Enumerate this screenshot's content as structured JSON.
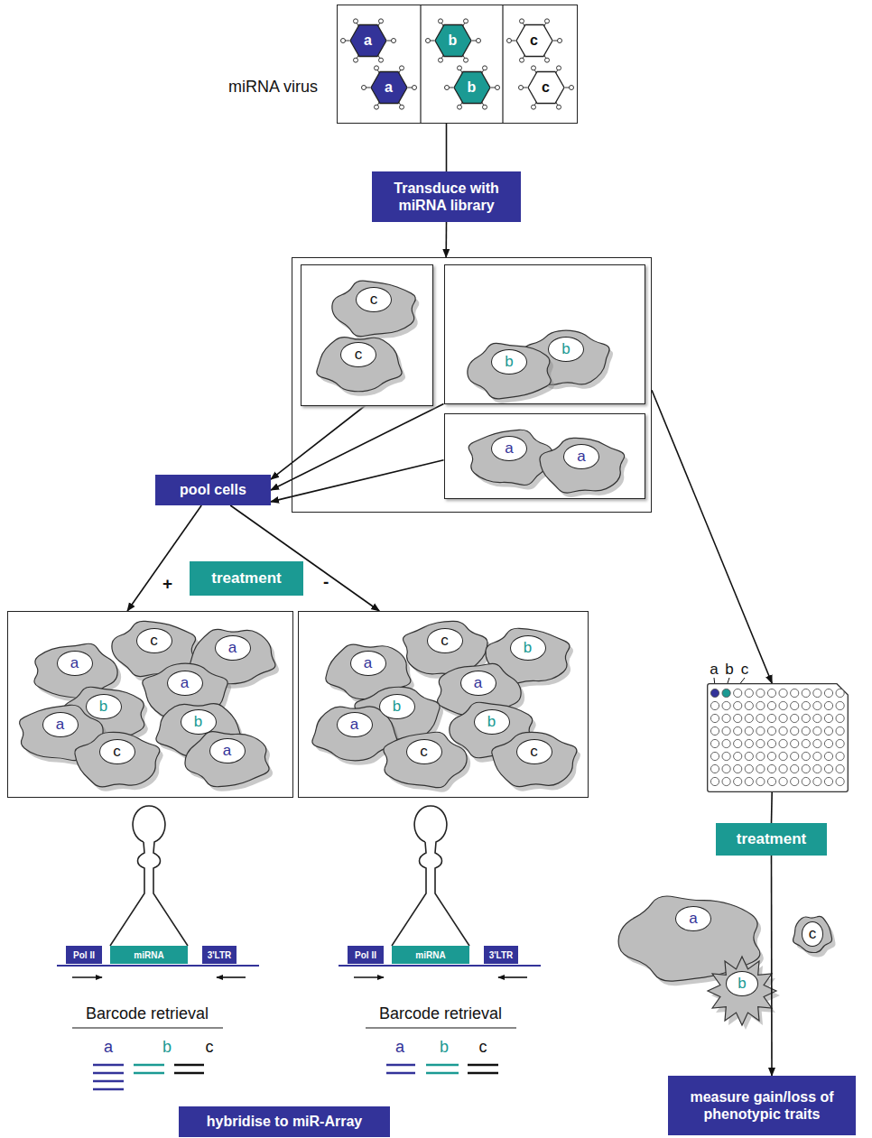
{
  "diagram": {
    "nodes": [
      {
        "text": [
          "miRNA virus"
        ]
      },
      {
        "text": [
          "a"
        ],
        "in": 0
      },
      {
        "text": [
          "b"
        ],
        "in": 0
      },
      {
        "text": [
          "c"
        ],
        "in": 0
      },
      {
        "text": [
          "a"
        ],
        "in": 0
      },
      {
        "text": [
          "b"
        ],
        "in": 0
      },
      {
        "text": [
          "c"
        ],
        "in": 0
      },
      {
        "text": [
          "Transduce with miRNA library"
        ]
      },
      {
        "text": []
      },
      {
        "text": [],
        "in": 8
      },
      {
        "text": [
          "c"
        ],
        "in": 9
      },
      {
        "text": [
          "c"
        ],
        "in": 9
      },
      {
        "text": [],
        "in": 8
      },
      {
        "text": [
          "b"
        ],
        "in": 12
      },
      {
        "text": [
          "b"
        ],
        "in": 12
      },
      {
        "text": [],
        "in": 8
      },
      {
        "text": [
          "a"
        ],
        "in": 15
      },
      {
        "text": [
          "a"
        ],
        "in": 15
      },
      {
        "text": [
          "pool cells"
        ]
      },
      {
        "text": [
          "treatment"
        ]
      },
      {
        "text": []
      },
      {
        "text": [
          "c"
        ],
        "in": 20
      },
      {
        "text": [
          "a"
        ],
        "in": 20
      },
      {
        "text": [
          "a"
        ],
        "in": 20
      },
      {
        "text": [
          "a"
        ],
        "in": 20
      },
      {
        "text": [
          "b"
        ],
        "in": 20
      },
      {
        "text": [
          "b"
        ],
        "in": 20
      },
      {
        "text": [
          "a"
        ],
        "in": 20
      },
      {
        "text": [
          "c"
        ],
        "in": 20
      },
      {
        "text": [
          "a"
        ],
        "in": 20
      },
      {
        "text": []
      },
      {
        "text": [
          "c"
        ],
        "in": 30
      },
      {
        "text": [
          "b"
        ],
        "in": 30
      },
      {
        "text": [
          "a"
        ],
        "in": 30
      },
      {
        "text": [
          "a"
        ],
        "in": 30
      },
      {
        "text": [
          "b"
        ],
        "in": 30
      },
      {
        "text": [
          "b"
        ],
        "in": 30
      },
      {
        "text": [
          "a"
        ],
        "in": 30
      },
      {
        "text": [
          "c"
        ],
        "in": 30
      },
      {
        "text": [
          "c"
        ],
        "in": 30
      },
      {
        "text": [
          "Pol II"
        ]
      },
      {
        "text": [
          "miRNA"
        ]
      },
      {
        "text": [
          "3'LTR"
        ]
      },
      {
        "text": [
          "Pol II"
        ]
      },
      {
        "text": [
          "miRNA"
        ]
      },
      {
        "text": [
          "3'LTR"
        ]
      },
      {
        "text": [
          "hybridise to miR-Array"
        ]
      },
      {
        "text": []
      },
      {
        "text": [
          "treatment"
        ]
      },
      {
        "text": [
          "a"
        ]
      },
      {
        "text": [
          "c"
        ]
      },
      {
        "text": [
          "b"
        ]
      },
      {
        "text": [
          "measure gain/loss of phenotypic traits"
        ]
      }
    ],
    "edges": [
      {
        "from": 0,
        "to": 7,
        "arrow": "none"
      },
      {
        "from": 7,
        "to": 8,
        "arrow": "to"
      },
      {
        "from": 9,
        "to": 18,
        "arrow": "to"
      },
      {
        "from": 12,
        "to": 18,
        "arrow": "to"
      },
      {
        "from": 15,
        "to": 18,
        "arrow": "to"
      },
      {
        "from": 8,
        "to": 47,
        "arrow": "to"
      },
      {
        "from": 18,
        "to": 20,
        "arrow": "to"
      },
      {
        "from": 18,
        "to": 30,
        "arrow": "to"
      },
      {
        "from": 47,
        "to": 48,
        "arrow": "none"
      },
      {
        "from": 48,
        "to": 52,
        "arrow": "to"
      }
    ],
    "labels": [
      "+",
      "-",
      "Barcode retrieval",
      "a",
      "b",
      "c",
      "Barcode retrieval",
      "a",
      "b",
      "c",
      "a",
      "b",
      "c"
    ]
  }
}
